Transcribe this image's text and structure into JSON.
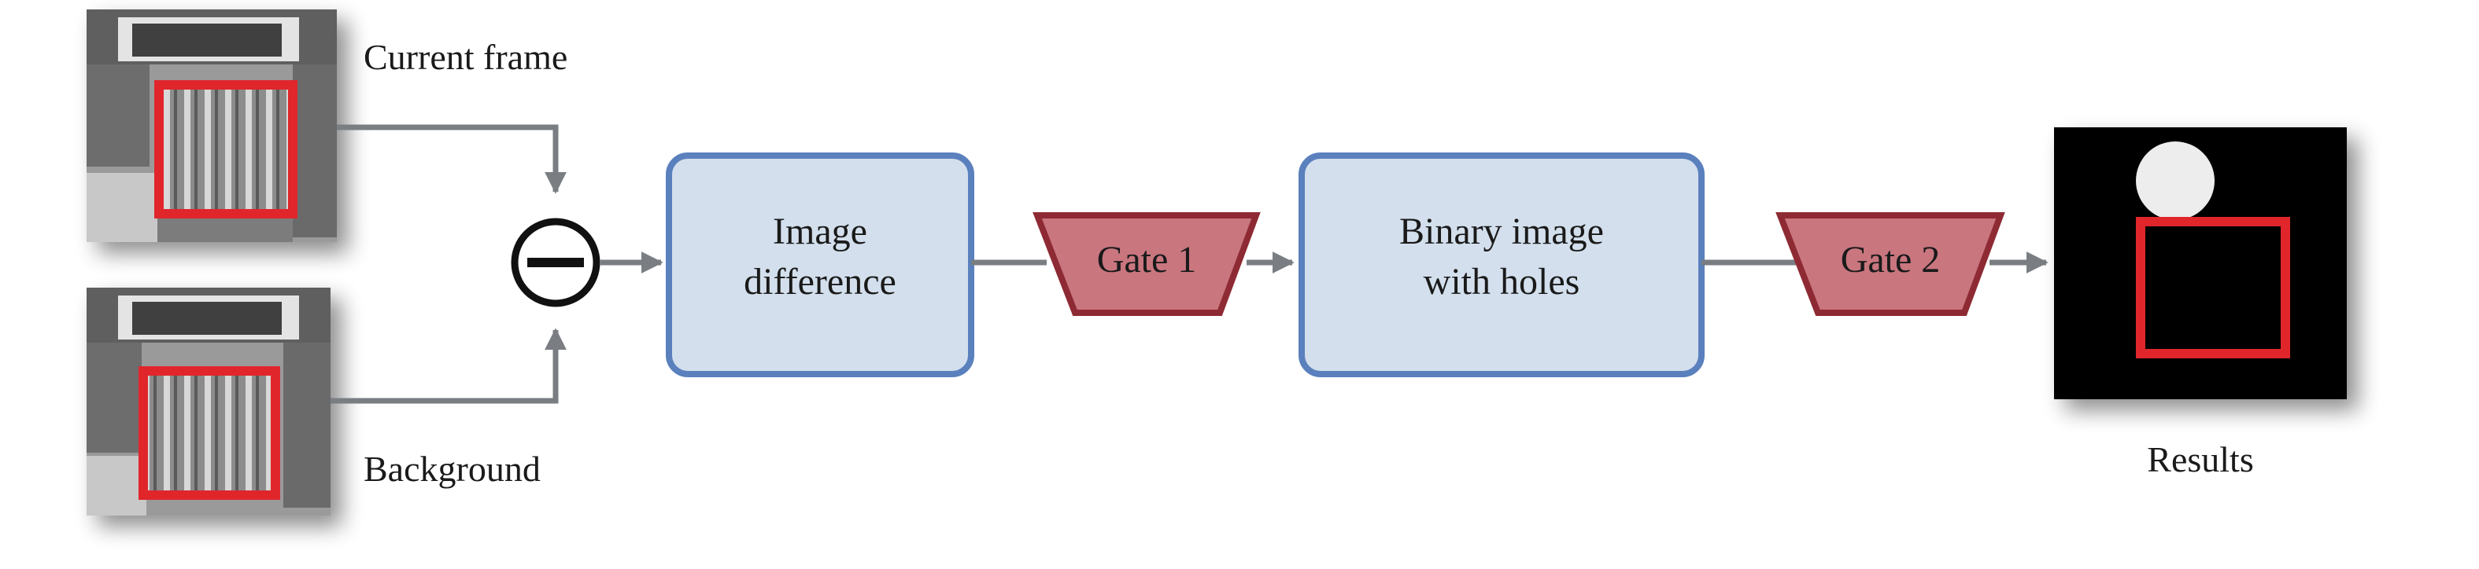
{
  "labels": {
    "current_frame": "Current frame",
    "background": "Background",
    "results": "Results"
  },
  "boxes": {
    "image_difference": [
      "Image",
      "difference"
    ],
    "binary_image": [
      "Binary image",
      "with holes"
    ]
  },
  "gates": {
    "gate1": "Gate 1",
    "gate2": "Gate 2"
  },
  "colors": {
    "box_fill": "#d3dfec",
    "box_stroke": "#5a80bd",
    "gate_fill": "#c9767f",
    "gate_stroke": "#8e2a33",
    "arrow": "#7a7e83",
    "highlight": "#e0262b"
  }
}
